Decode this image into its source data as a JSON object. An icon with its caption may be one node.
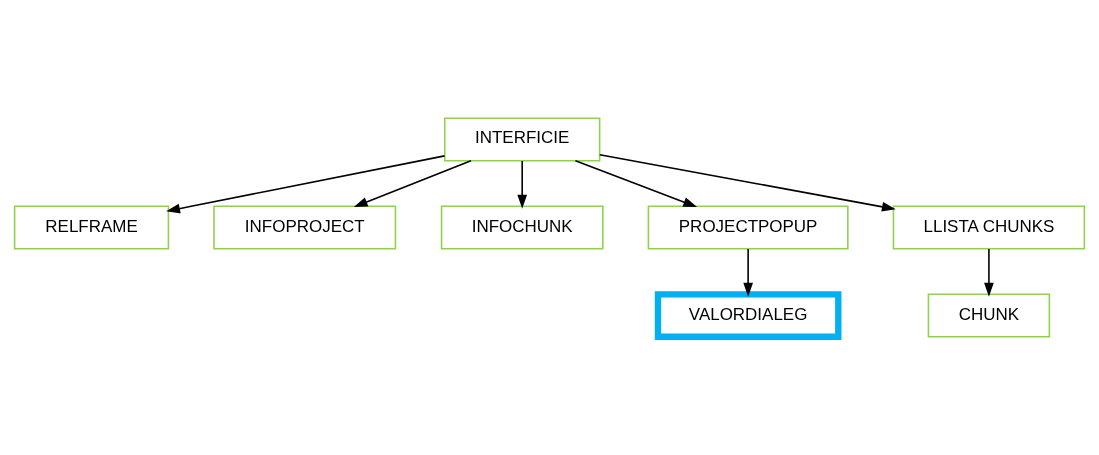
{
  "diagram": {
    "nodes": [
      {
        "text": [
          "RELFRAME"
        ]
      },
      {
        "text": [
          "INFOPROJECT"
        ]
      },
      {
        "text": [
          "INFOCHUNK"
        ]
      },
      {
        "text": [
          "INTERFICIE"
        ]
      },
      {
        "text": [
          "PROJECTPOPUP"
        ]
      },
      {
        "text": [
          "LLISTA CHUNKS"
        ]
      },
      {
        "text": [
          "VALORDIALEG"
        ]
      },
      {
        "text": [
          "CHUNK"
        ]
      }
    ],
    "edges": [
      {
        "from": 3,
        "to": 1,
        "arrow": "to"
      },
      {
        "from": 3,
        "to": 0,
        "arrow": "to"
      },
      {
        "from": 3,
        "to": 2,
        "arrow": "to"
      },
      {
        "from": 3,
        "to": 4,
        "arrow": "to"
      },
      {
        "from": 3,
        "to": 5,
        "arrow": "to"
      },
      {
        "from": 4,
        "to": 6,
        "arrow": "to"
      },
      {
        "from": 5,
        "to": 7,
        "arrow": "to"
      }
    ]
  }
}
